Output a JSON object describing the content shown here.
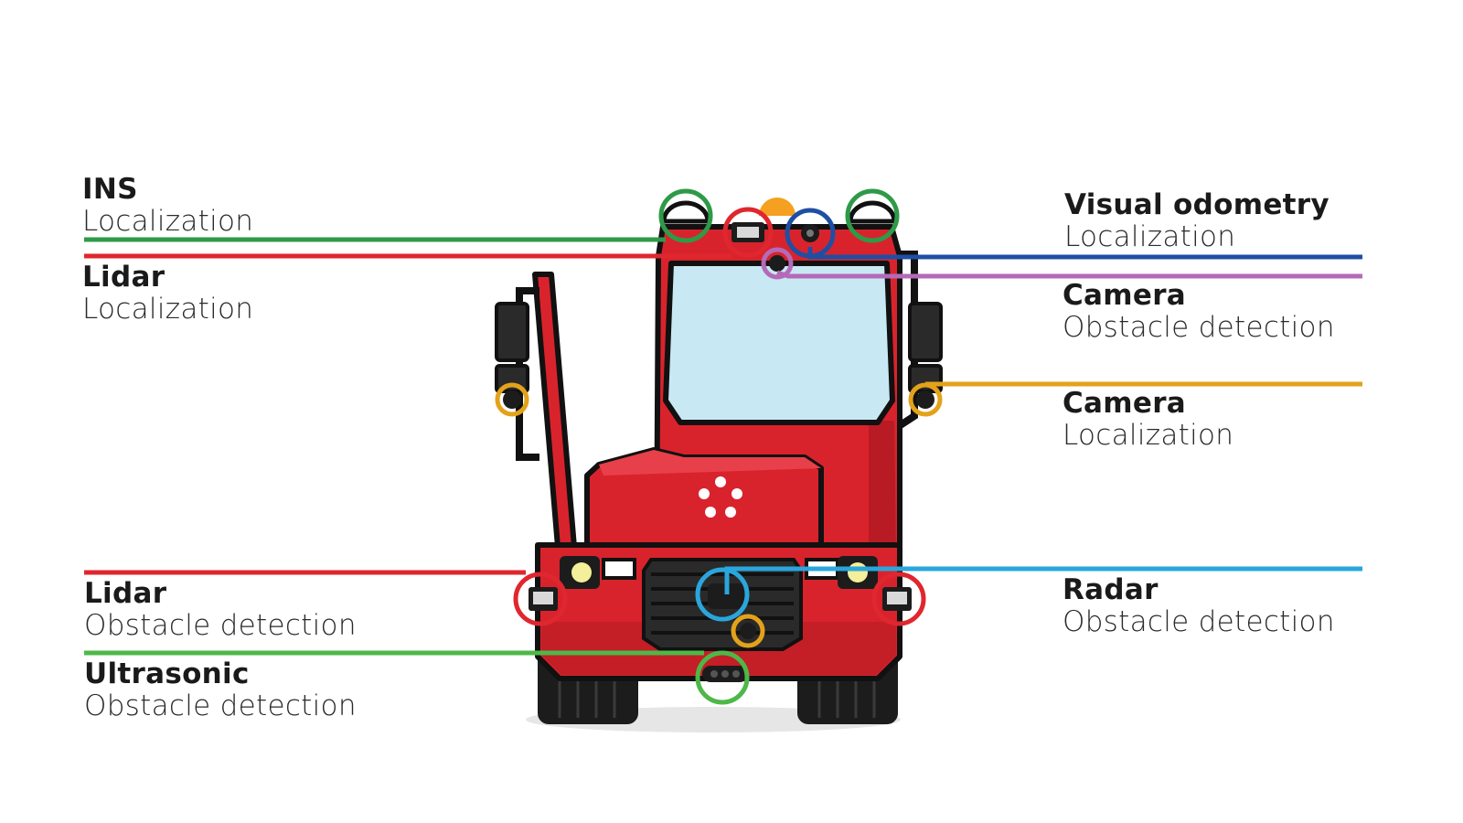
{
  "labels": {
    "ins": {
      "title": "INS",
      "subtitle": "Localization"
    },
    "lidar_top": {
      "title": "Lidar",
      "subtitle": "Localization"
    },
    "visual_odometry": {
      "title": "Visual odometry",
      "subtitle": "Localization"
    },
    "camera_top": {
      "title": "Camera",
      "subtitle": "Obstacle detection"
    },
    "camera_side": {
      "title": "Camera",
      "subtitle": "Localization"
    },
    "lidar_front": {
      "title": "Lidar",
      "subtitle": "Obstacle detection"
    },
    "ultrasonic": {
      "title": "Ultrasonic",
      "subtitle": "Obstacle detection"
    },
    "radar": {
      "title": "Radar",
      "subtitle": "Obstacle detection"
    }
  },
  "colors": {
    "ins": "#2e9a48",
    "lidar": "#e0262e",
    "visual_odometry": "#1f4fa3",
    "camera_obstacle": "#b56ab8",
    "camera_localization": "#e3a21a",
    "radar": "#2aa6dc",
    "ultrasonic": "#4db848",
    "truck_body": "#d9232c",
    "windshield": "#c8e8f4"
  }
}
